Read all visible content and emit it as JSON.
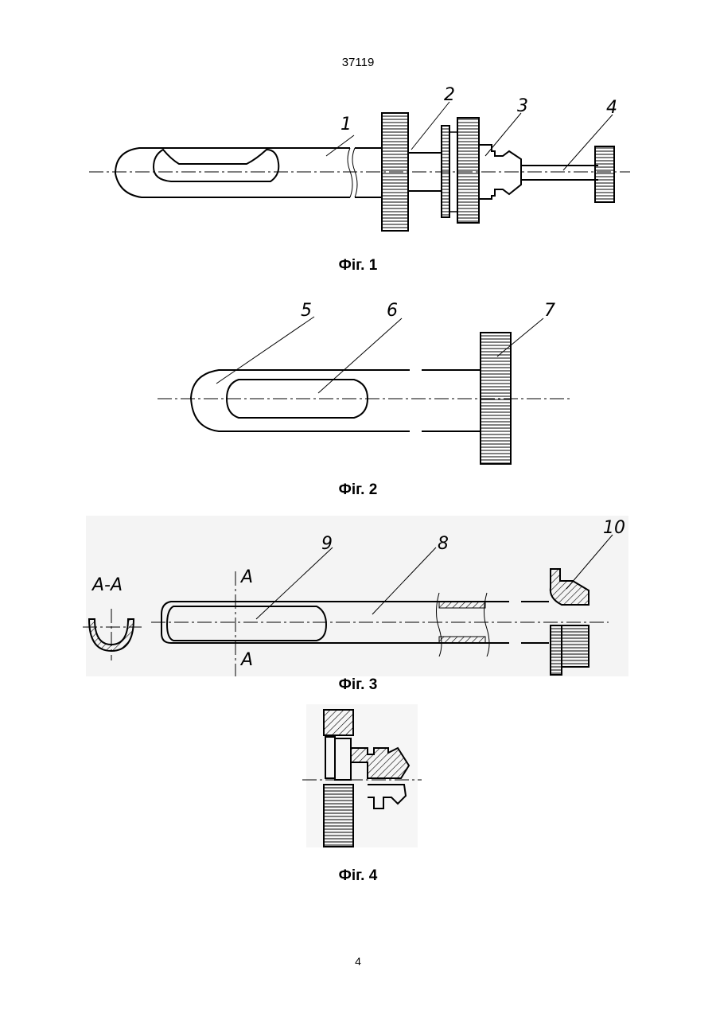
{
  "header": {
    "doc_number": "37119"
  },
  "figures": [
    {
      "caption": "Фіг. 1",
      "labels": [
        "1",
        "2",
        "3",
        "4"
      ]
    },
    {
      "caption": "Фіг. 2",
      "labels": [
        "5",
        "6",
        "7"
      ]
    },
    {
      "caption": "Фіг. 3",
      "labels": [
        "9",
        "8",
        "10"
      ],
      "section_label": "A-A",
      "cut_marks": [
        "A",
        "A"
      ]
    },
    {
      "caption": "Фіг. 4",
      "labels": []
    }
  ],
  "footer": {
    "page_number": "4"
  }
}
